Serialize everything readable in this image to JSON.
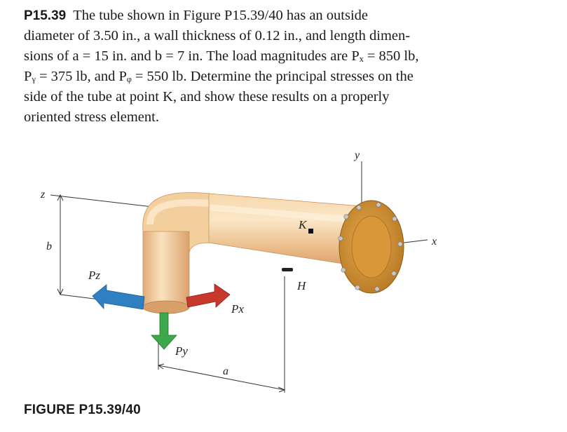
{
  "problem": {
    "number": "P15.39",
    "lines": [
      "The tube shown in Figure P15.39/40 has an outside",
      "diameter of 3.50 in., a wall thickness of 0.12 in., and length dimen-",
      "sions of a = 15 in. and b = 7 in. The load magnitudes are Pₓ = 850 lb,",
      "Pᵧ = 375 lb, and Pᵩ = 550 lb. Determine the principal stresses on the",
      "side of the tube at point K, and show these results on a properly",
      "oriented stress element."
    ]
  },
  "figure": {
    "caption": "FIGURE P15.39/40",
    "labels": {
      "z_axis": "z",
      "y_axis": "y",
      "x_axis": "x",
      "dim_b": "b",
      "dim_a": "a",
      "point_K": "K",
      "point_H": "H",
      "force_Pz": "Pz",
      "force_Px": "Px",
      "force_Py": "Py"
    },
    "colors": {
      "tube": "#f0c896",
      "flange": "#c8892c",
      "arrow_x": "#c8352b",
      "arrow_y": "#3aa647",
      "arrow_z": "#2e7fc0"
    }
  }
}
